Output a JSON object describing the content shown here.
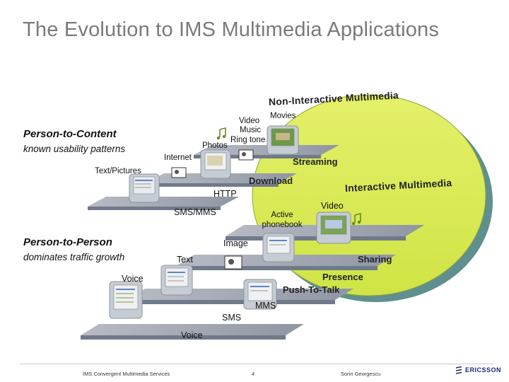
{
  "title": "The Evolution to IMS Multimedia Applications",
  "person_to_content": {
    "title": "Person-to-Content",
    "subtitle": "known usability patterns"
  },
  "person_to_person": {
    "title": "Person-to-Person",
    "subtitle": "dominates traffic growth"
  },
  "regions": {
    "non_interactive": "Non-Interactive Multimedia",
    "interactive": "Interactive Multimedia"
  },
  "steps": {
    "text_pictures": "Text/Pictures",
    "internet": "Internet",
    "photos": "Photos",
    "video": "Video",
    "movies": "Movies",
    "music": "Music",
    "ring_tone": "Ring tone",
    "streaming": "Streaming",
    "download": "Download",
    "http": "HTTP",
    "sms_mms": "SMS/MMS",
    "active_phonebook": "Active phonebook",
    "video_right": "Video",
    "image": "Image",
    "sharing": "Sharing",
    "text": "Text",
    "presence": "Presence",
    "push_to_talk": "Push-To-Talk",
    "voice_upper": "Voice",
    "mms": "MMS",
    "sms": "SMS",
    "voice_bottom": "Voice"
  },
  "footer": {
    "left": "IMS Convergent Multimedia Services",
    "page": "4",
    "author": "Sorin Georgescu",
    "logo": "ERICSSON"
  },
  "colors": {
    "title": "#7a7a7a",
    "ellipse_fill": "#d9ec52",
    "ellipse_shadow": "#5f8f8f",
    "step_top": "#a9acb6",
    "step_face": "#6f7a8a",
    "phone_body": "#c6ccd3",
    "phone_screen": "#2f63b0"
  },
  "icons": [
    "music-note-icon",
    "phone-icon",
    "logo-icon"
  ]
}
